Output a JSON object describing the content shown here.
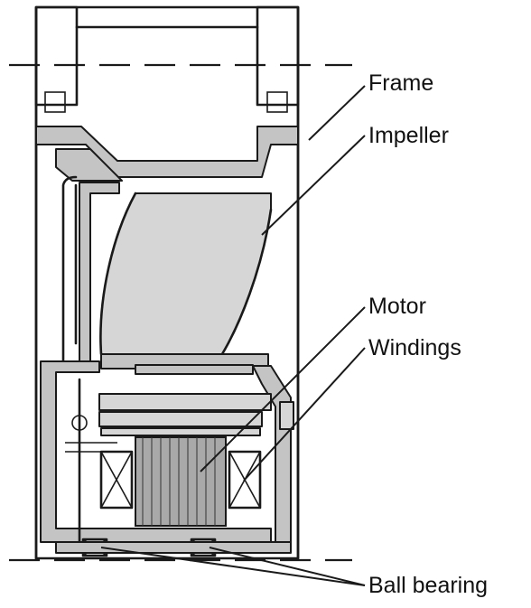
{
  "labels": {
    "frame": "Frame",
    "impeller": "Impeller",
    "motor": "Motor",
    "windings": "Windings",
    "ball_bearing": "Ball bearing"
  },
  "colors": {
    "ink": "#1a1a1a",
    "shade": "#c4c4c4",
    "background": "#ffffff"
  }
}
